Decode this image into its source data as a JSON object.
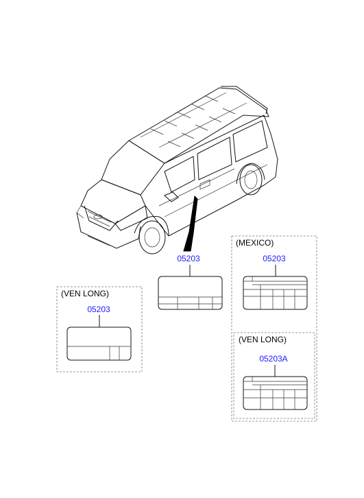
{
  "colors": {
    "part_number": "#1a1aff",
    "line": "#111111",
    "frame": "#777777"
  },
  "vehicle": {
    "icon": "van-line-drawing"
  },
  "callouts": {
    "main": {
      "part_number": "05203"
    },
    "ven_long_left": {
      "region": "(VEN LONG)",
      "part_number": "05203"
    },
    "mexico": {
      "region": "(MEXICO)",
      "part_number": "05203"
    },
    "ven_long_right": {
      "region": "(VEN LONG)",
      "part_number": "05203A"
    }
  }
}
